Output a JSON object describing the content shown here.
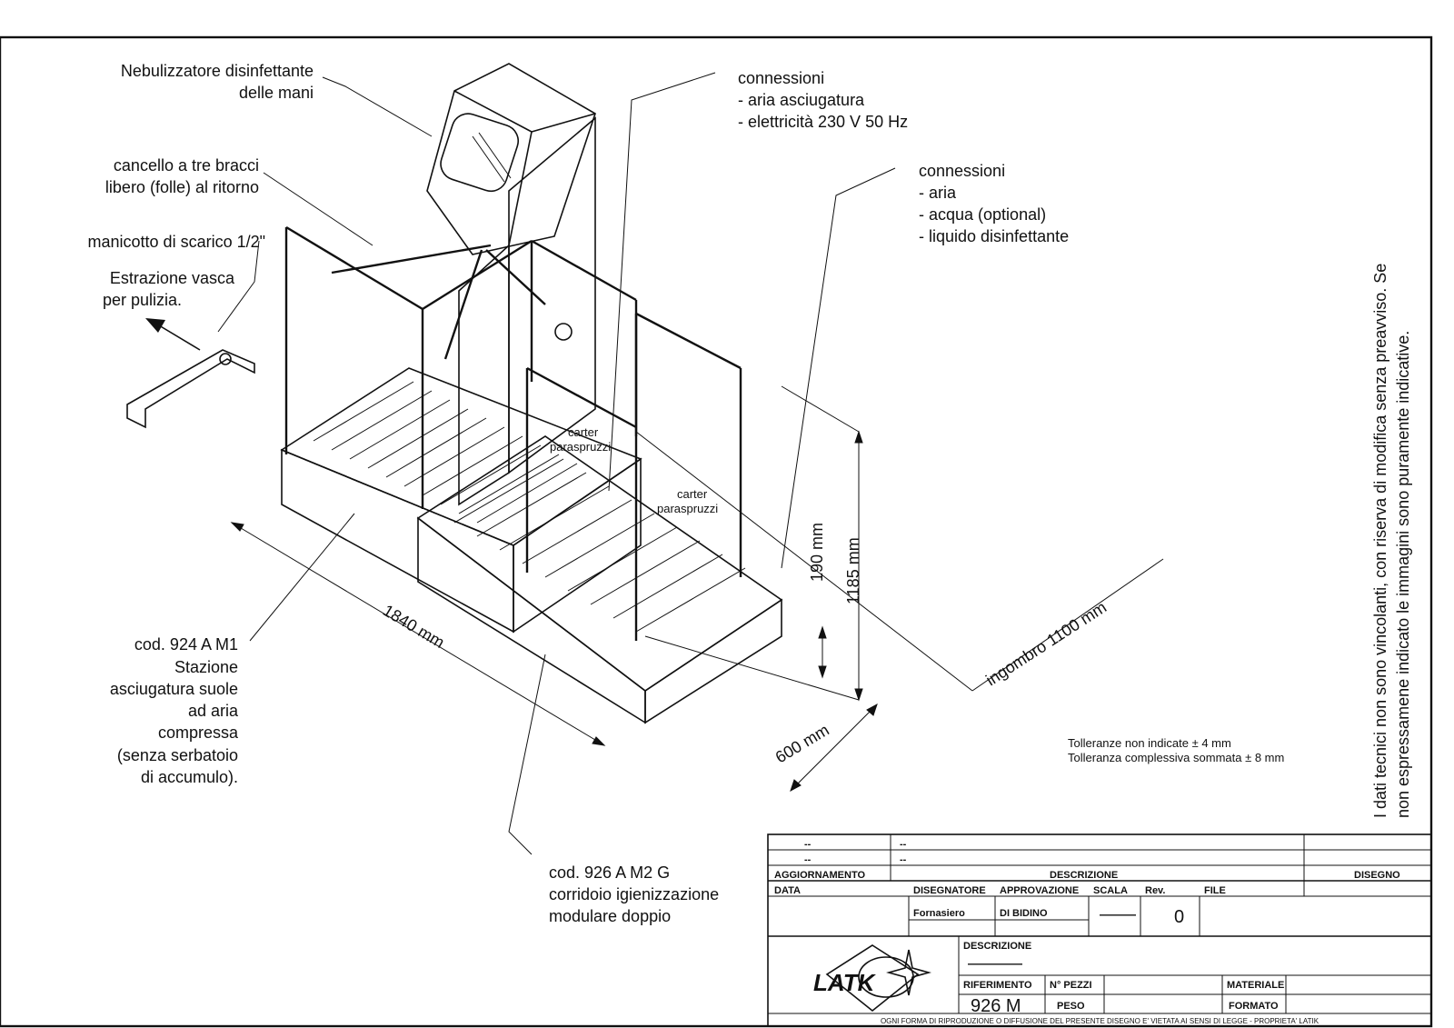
{
  "labels": {
    "nebulizer_1": "Nebulizzatore disinfettante",
    "nebulizer_2": "delle mani",
    "gate_1": "cancello a tre bracci",
    "gate_2": "libero (folle) al ritorno",
    "drain": "manicotto di scarico 1/2\"",
    "extraction_1": "Estrazione vasca",
    "extraction_2": "per pulizia.",
    "conn_a_title": "connessioni",
    "conn_a_1": "- aria asciugatura",
    "conn_a_2": "- elettricità 230 V 50 Hz",
    "conn_b_title": "connessioni",
    "conn_b_1": "- aria",
    "conn_b_2": "- acqua (optional)",
    "conn_b_3": "- liquido disinfettante",
    "carter_1a": "carter",
    "carter_1b": "paraspruzzi",
    "carter_2a": "carter",
    "carter_2b": "paraspruzzi",
    "dim_length": "1840 mm",
    "dim_width": "600 mm",
    "dim_overall": "ingombro 1100 mm",
    "dim_190": "190 mm",
    "dim_1185": "1185 mm",
    "m1_lines": [
      "cod. 924 A M1",
      "Stazione",
      "asciugatura suole",
      "ad aria",
      "compressa",
      "(senza serbatoio",
      "di accumulo)."
    ],
    "m2_lines": [
      "cod. 926 A M2 G",
      "corridoio igienizzazione",
      "modulare doppio"
    ],
    "tolerance_1": "Tolleranze non indicate   ± 4 mm",
    "tolerance_2": "Tolleranza complessiva sommata   ± 8 mm",
    "disclaimer_1": "I dati tecnici non sono vincolanti, con riserva di modifica senza preavviso. Se",
    "disclaimer_2": "non espressamene indicato le immagini sono puramente indicative."
  },
  "title_block": {
    "rev_row1_a": "--",
    "rev_row1_b": "--",
    "rev_row2_a": "--",
    "rev_row2_b": "--",
    "aggiornamento": "AGGIORNAMENTO",
    "descrizione_header": "DESCRIZIONE",
    "disegno": "DISEGNO",
    "data": "DATA",
    "disegnatore": "DISEGNATORE",
    "disegnatore_val": "Fornasiero",
    "approvazione": "APPROVAZIONE",
    "approvazione_val": "DI BIDINO",
    "scala": "SCALA",
    "scala_val": "——",
    "rev": "Rev.",
    "rev_val": "0",
    "file": "FILE",
    "descrizione": "DESCRIZIONE",
    "descrizione_val": "———",
    "riferimento": "RIFERIMENTO",
    "riferimento_val": "926  M",
    "n_pezzi": "N° PEZZI",
    "peso": "PESO",
    "materiale": "MATERIALE",
    "formato": "FORMATO",
    "logo_text": "LATK",
    "copyright": "OGNI FORMA DI RIPRODUZIONE O DIFFUSIONE DEL PRESENTE DISEGNO E' VIETATA AI SENSI DI LEGGE - PROPRIETA' LATIK"
  }
}
